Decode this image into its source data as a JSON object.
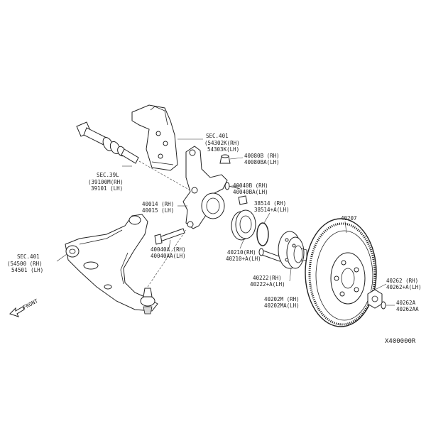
{
  "labels": {
    "strut_sec": "SEC.401",
    "strut_rh": "(54302K(RH)",
    "strut_lh": "54303K(LH)",
    "shaft_sec": "SEC.39L",
    "shaft_rh": "(39100M(RH)",
    "shaft_lh": "39101 (LH)",
    "nut_rh": "40080B (RH)",
    "nut_lh": "40080BA(LH)",
    "bolt2_rh": "40040B (RH)",
    "bolt2_lh": "40040BA(LH)",
    "knuckle_rh": "40014 (RH)",
    "knuckle_lh": "40015 (LH)",
    "snap_rh": "38514   (RH)",
    "snap_lh": "38514+A(LH)",
    "rotor": "40207",
    "arm_sec": "SEC.401",
    "arm_rh": "(54500 (RH)",
    "arm_lh": "54501 (LH)",
    "bolt_rh": "40040A  (RH)",
    "bolt_lh": "40040AA(LH)",
    "bearing_rh": "40210(RH)",
    "bearing_lh": "40210+A(LH)",
    "stud_rh": "40222(RH)",
    "stud_lh": "40222+A(LH)",
    "hub_rh": "40202M (RH)",
    "hub_lh": "40202MA(LH)",
    "hubnut_rh": "40262   (RH)",
    "hubnut_lh": "40262+A(LH)",
    "washer_rh": "40262A",
    "washer_lh": "40262AA",
    "front": "FRONT",
    "code": "X400000R"
  }
}
